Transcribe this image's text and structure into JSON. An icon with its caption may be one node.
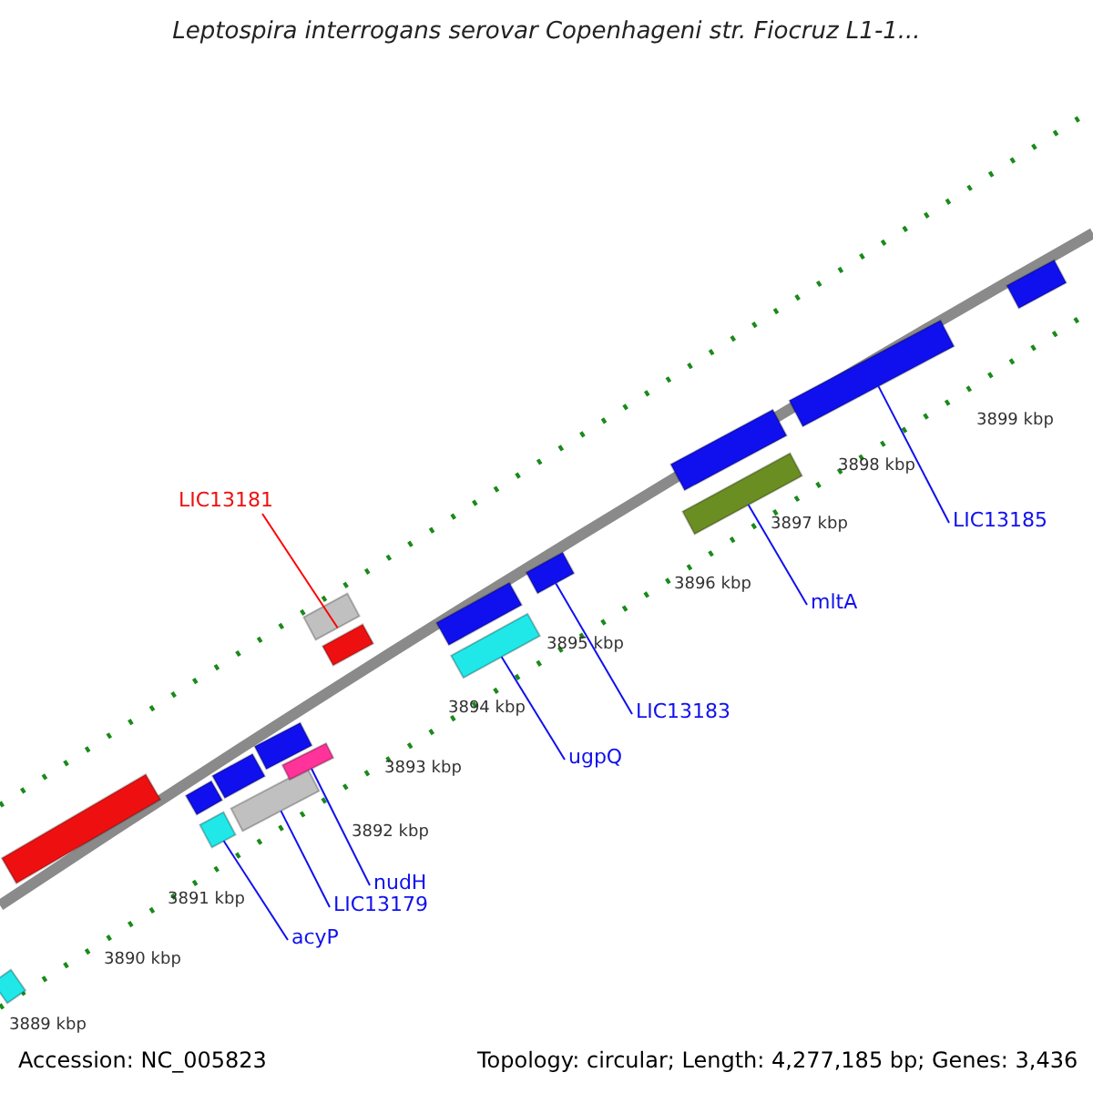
{
  "diagram": {
    "title": "Leptospira interrogans serovar Copenhageni str. Fiocruz L1-1...",
    "nodes": [
      {
        "text": [
          "LIC13181"
        ]
      },
      {
        "text": [
          "acyP"
        ]
      },
      {
        "text": [
          "LIC13179"
        ]
      },
      {
        "text": [
          "nudH"
        ]
      },
      {
        "text": [
          "ugpQ"
        ]
      },
      {
        "text": [
          "LIC13183"
        ]
      },
      {
        "text": [
          "mltA"
        ]
      },
      {
        "text": [
          "LIC13185"
        ]
      },
      {
        "text": [],
        "shape": "bar"
      },
      {
        "text": [],
        "shape": "bar"
      },
      {
        "text": [],
        "shape": "bar"
      },
      {
        "text": [],
        "shape": "bar"
      },
      {
        "text": [],
        "shape": "bar"
      },
      {
        "text": [],
        "shape": "bar"
      },
      {
        "text": [],
        "shape": "bar"
      },
      {
        "text": [],
        "shape": "bar"
      },
      {
        "text": [],
        "shape": "bar"
      },
      {
        "text": [],
        "shape": "bar"
      },
      {
        "text": [],
        "shape": "bar"
      },
      {
        "text": [],
        "shape": "bar"
      },
      {
        "text": [],
        "shape": "bar"
      },
      {
        "text": [],
        "shape": "bar"
      },
      {
        "text": [],
        "shape": "bar"
      },
      {
        "text": [],
        "shape": "bar"
      },
      {
        "text": [],
        "shape": "bar"
      }
    ],
    "edges": [
      {
        "from": 0,
        "to": 8,
        "arrow": "none",
        "color": "#ff0000"
      },
      {
        "from": 1,
        "to": 9,
        "arrow": "none"
      },
      {
        "from": 2,
        "to": 10,
        "arrow": "none"
      },
      {
        "from": 3,
        "to": 11,
        "arrow": "none"
      },
      {
        "from": 4,
        "to": 12,
        "arrow": "none"
      },
      {
        "from": 5,
        "to": 13,
        "arrow": "none"
      },
      {
        "from": 6,
        "to": 14,
        "arrow": "none"
      },
      {
        "from": 7,
        "to": 15,
        "arrow": "none"
      }
    ],
    "labels": [
      "3899 kbp",
      "3898 kbp",
      "3897 kbp",
      "3896 kbp",
      "3895 kbp",
      "3894 kbp",
      "3893 kbp",
      "3892 kbp",
      "3891 kbp",
      "3890 kbp",
      "3889 kbp",
      "Accession: NC_005823",
      "Topology: circular; Length: 4,277,185 bp; Genes: 3,436"
    ]
  }
}
